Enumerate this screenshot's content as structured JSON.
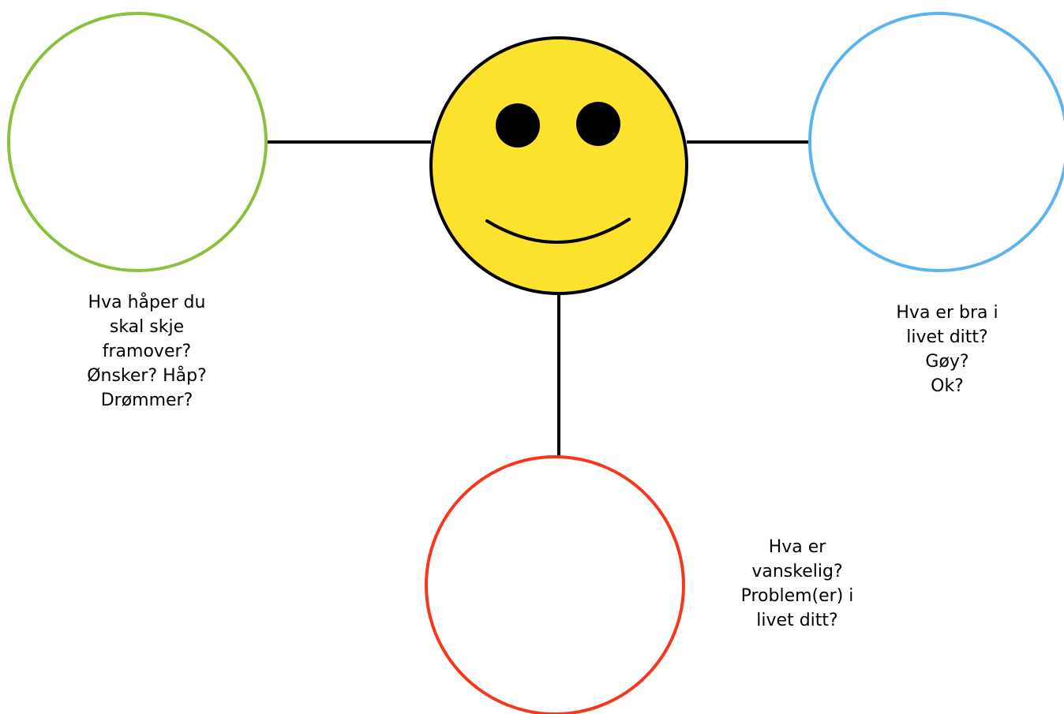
{
  "nodes": {
    "hopes": {
      "color": "#8cc03c",
      "lines": [
        "Hva håper du",
        "skal skje",
        "framover?",
        "Ønsker? Håp?",
        "Drømmer?"
      ]
    },
    "good": {
      "color": "#5bb4f2",
      "lines": [
        "Hva er bra i",
        "livet ditt?",
        "Gøy?",
        "Ok?"
      ]
    },
    "difficult": {
      "color": "#f7371b",
      "lines": [
        "Hva er",
        "vanskelig?",
        "Problem(er) i",
        "livet ditt?"
      ]
    }
  },
  "center": {
    "icon": "smiley-face-icon",
    "fill": "#fde22e",
    "stroke": "#000000"
  },
  "connector_color": "#000000"
}
